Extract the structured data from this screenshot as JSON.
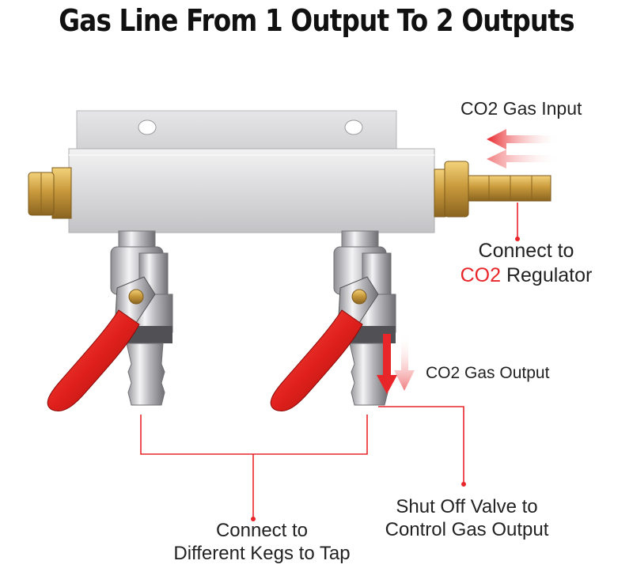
{
  "title": "Gas Line From 1 Output To 2 Outputs",
  "labels": {
    "gas_input": "CO2 Gas Input",
    "regulator_line1": "Connect to",
    "regulator_accent": "CO2",
    "regulator_line2_rest": " Regulator",
    "gas_output": "CO2 Gas Output",
    "shutoff_line1": "Shut Off Valve to",
    "shutoff_line2": "Control Gas Output",
    "kegs_line1": "Connect to",
    "kegs_line2": "Different Kegs to Tap"
  },
  "colors": {
    "accent": "#e8262a",
    "handle": "#e0201c",
    "brass": "#c9a24a",
    "chrome": "#c8c8cc",
    "manifold": "#dcdcde"
  }
}
